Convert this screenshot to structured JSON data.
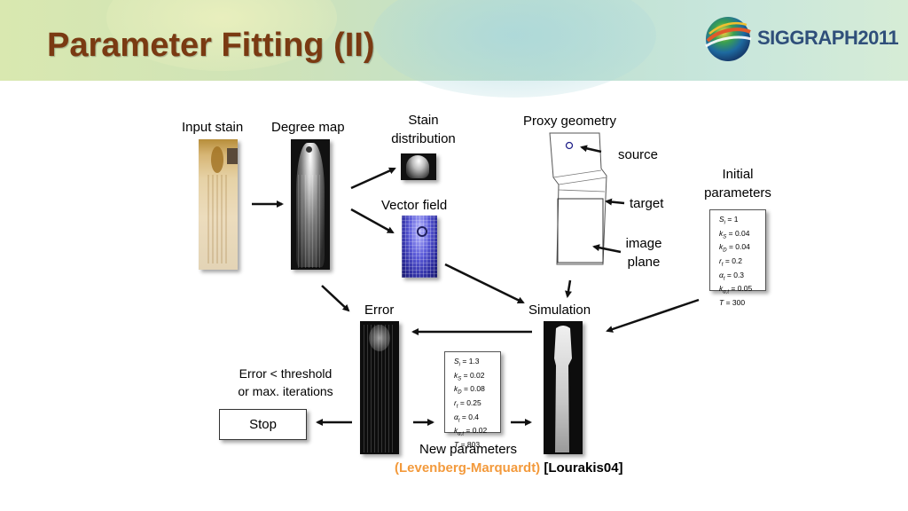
{
  "header": {
    "title": "Parameter Fitting (II)",
    "logo_text": "SIGGRAPH2011"
  },
  "labels": {
    "input_stain": "Input stain",
    "degree_map": "Degree map",
    "stain_distribution": [
      "Stain",
      "distribution"
    ],
    "vector_field": "Vector field",
    "proxy_geometry": "Proxy geometry",
    "source": "source",
    "target": "target",
    "image_plane": [
      "image",
      "plane"
    ],
    "initial_parameters": [
      "Initial",
      "parameters"
    ],
    "error": "Error",
    "simulation": "Simulation",
    "stop_condition": [
      "Error < threshold",
      "or max. iterations"
    ],
    "stop": "Stop",
    "new_parameters": "New parameters",
    "method": "(Levenberg-Marquardt)",
    "reference": "[Lourakis04]"
  },
  "initial_params": [
    {
      "sym": "S",
      "sub": "i",
      "value": "= 1"
    },
    {
      "sym": "k",
      "sub": "S",
      "value": "= 0.04"
    },
    {
      "sym": "k",
      "sub": "D",
      "value": "= 0.04"
    },
    {
      "sym": "r",
      "sub": "t",
      "value": "= 0.2"
    },
    {
      "sym": "α",
      "sub": "t",
      "value": "= 0.3"
    },
    {
      "sym": "k",
      "sub": "α,t",
      "value": "= 0.05"
    },
    {
      "sym": "T",
      "sub": "",
      "value": "= 300"
    }
  ],
  "new_params": [
    {
      "sym": "S",
      "sub": "i",
      "value": "= 1.3"
    },
    {
      "sym": "k",
      "sub": "S",
      "value": "= 0.02"
    },
    {
      "sym": "k",
      "sub": "D",
      "value": "= 0.08"
    },
    {
      "sym": "r",
      "sub": "t",
      "value": "= 0.25"
    },
    {
      "sym": "α",
      "sub": "t",
      "value": "= 0.4"
    },
    {
      "sym": "k",
      "sub": "α,t",
      "value": "= 0.02"
    },
    {
      "sym": "T",
      "sub": "",
      "value": "= 803"
    }
  ],
  "colors": {
    "title": "#7a3a12",
    "accent_orange": "#f39a3c",
    "logo_blue": "#2f4f7a"
  }
}
